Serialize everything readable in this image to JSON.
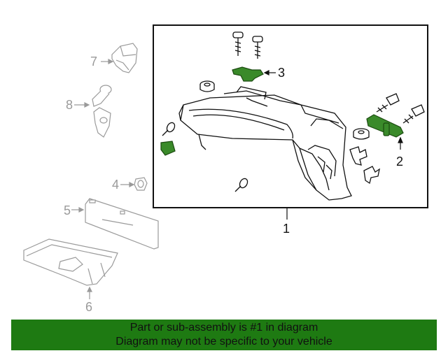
{
  "callouts": {
    "c1": "1",
    "c2": "2",
    "c3": "3",
    "c4": "4",
    "c5": "5",
    "c6": "6",
    "c7": "7",
    "c8": "8"
  },
  "banner": {
    "line1": "Part or sub-assembly is #1 in diagram",
    "line2": "Diagram may not be specific to your vehicle"
  },
  "colors": {
    "highlight_green": "#3a8a2a",
    "banner_green": "#1e7a12",
    "gray_parts": "#9a9a9a",
    "dark_lines": "#111111"
  },
  "icons": {
    "screws": "screw-icon",
    "nuts": "nut-icon",
    "clips": "clip-icon",
    "latch": "latch-icon",
    "bracket": "bracket-icon",
    "lock_cylinder": "lock-cylinder-icon",
    "damper": "damper-icon",
    "glove_box": "glove-box-icon",
    "cover_panel": "cover-panel-icon",
    "tray": "tray-icon"
  }
}
